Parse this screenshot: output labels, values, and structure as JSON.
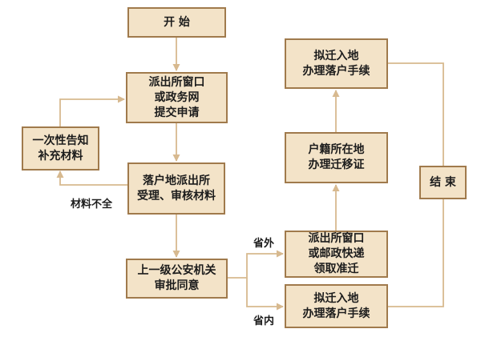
{
  "colors": {
    "box_fill": "#f3e3c8",
    "box_border": "#a07a4c",
    "connector": "#d7b98f"
  },
  "nodes": {
    "start": "开  始",
    "submit": "派出所窗口\n或政务网\n提交申请",
    "notify": "一次性告知\n补充材料",
    "review": "落户地派出所\n受理、审核材料",
    "approve": "上一级公安机关\n审批同意",
    "collect": "派出所窗口\n或邮政快递\n领取准迁",
    "migrate": "户籍所在地\n办理迁移证",
    "settle_top": "拟迁入地\n办理落户手续",
    "settle_bottom": "拟迁入地\n办理落户手续",
    "end": "结  束"
  },
  "edge_labels": {
    "incomplete": "材料不全",
    "out_province": "省外",
    "in_province": "省内"
  }
}
